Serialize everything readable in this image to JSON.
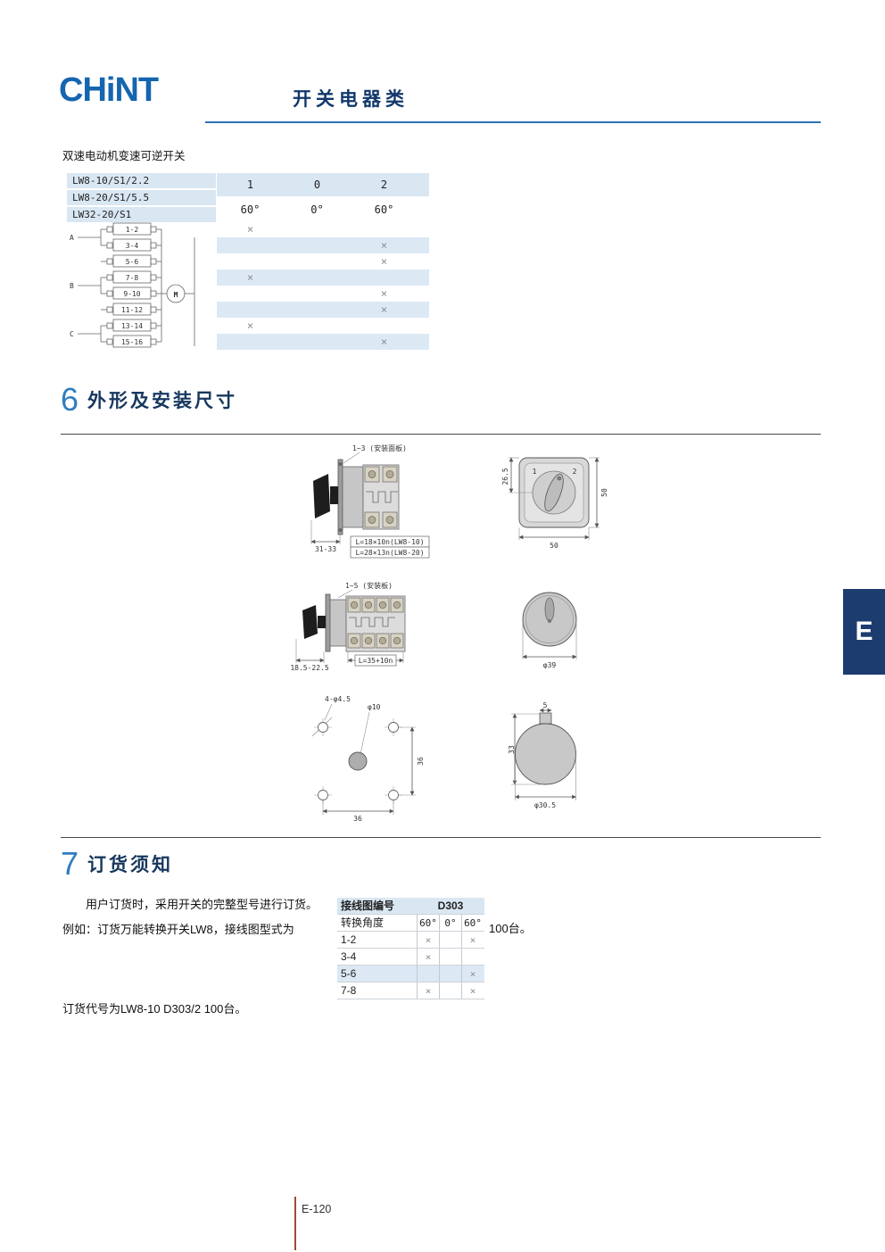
{
  "page": {
    "brand": "CHiNT",
    "header_title": "开关电器类",
    "side_tab": "E",
    "page_number": "E-120"
  },
  "intro": {
    "subtitle": "双速电动机变速可逆开关"
  },
  "main_table": {
    "models": [
      "LW8-10/S1/2.2",
      "LW8-20/S1/5.5",
      "LW32-20/S1"
    ],
    "positions": [
      "1",
      "0",
      "2"
    ],
    "angles": [
      "60°",
      "0°",
      "60°"
    ],
    "contacts": [
      "1-2",
      "3-4",
      "5-6",
      "7-8",
      "9-10",
      "11-12",
      "13-14",
      "15-16"
    ],
    "groups": [
      "A",
      "B",
      "C"
    ],
    "motor_label": "M",
    "marks": [
      [
        "×",
        "",
        ""
      ],
      [
        "",
        "",
        "×"
      ],
      [
        "",
        "",
        "×"
      ],
      [
        "×",
        "",
        ""
      ],
      [
        "",
        "",
        "×"
      ],
      [
        "",
        "",
        "×"
      ],
      [
        "×",
        "",
        ""
      ],
      [
        "",
        "",
        "×"
      ]
    ]
  },
  "section6": {
    "number": "6",
    "title": "外形及安装尺寸",
    "drawing1": {
      "top_label": "1~3 (安装面板)",
      "dim_width": "31-33",
      "dim_l_line1": "L=18×10n(LW8-10)",
      "dim_l_line2": "L=28×13n(LW8-20)"
    },
    "drawing2": {
      "pos_left": "1",
      "pos_right": "2",
      "dim_left": "26.5",
      "dim_right": "50",
      "dim_bottom": "50"
    },
    "drawing3": {
      "top_label": "1~5 (安装板)",
      "dim_width": "18.5-22.5",
      "dim_l": "L=35+10n"
    },
    "drawing4": {
      "dim_diameter": "φ39"
    },
    "drawing5": {
      "holes_label": "4-φ4.5",
      "center_label": "φ10",
      "dim_height": "36",
      "dim_width": "36"
    },
    "drawing6": {
      "dim_tab": "5",
      "dim_height": "33",
      "dim_diameter": "φ30.5"
    }
  },
  "section7": {
    "number": "7",
    "title": "订货须知",
    "para1": "用户订货时，采用开关的完整型号进行订货。",
    "para2": "例如：订货万能转换开关LW8，接线图型式为",
    "suffix": "100台。",
    "para3": "订货代号为LW8-10 D303/2  100台。",
    "order_table": {
      "header_label": "接线图编号",
      "header_value": "D303",
      "angle_label": "转换角度",
      "angles": [
        "60°",
        "0°",
        "60°"
      ],
      "rows": [
        {
          "contact": "1-2",
          "marks": [
            "×",
            "",
            "×"
          ]
        },
        {
          "contact": "3-4",
          "marks": [
            "×",
            "",
            ""
          ]
        },
        {
          "contact": "5-6",
          "marks": [
            "",
            "",
            "×"
          ]
        },
        {
          "contact": "7-8",
          "marks": [
            "×",
            "",
            "×"
          ]
        }
      ]
    }
  },
  "colors": {
    "brand_blue": "#1565b0",
    "heading_navy": "#17375e",
    "header_rule_blue": "#2e71b8",
    "light_blue_band": "#d9e7f3",
    "side_tab_navy": "#1c3c70",
    "mark_gray": "#8a9096",
    "footer_line_red": "#9c4b35"
  }
}
